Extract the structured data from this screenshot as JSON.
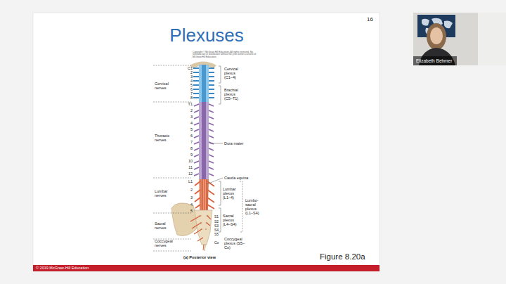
{
  "diagram": {
    "title": "Plexuses",
    "labels": [
      "16",
      "Copyright © McGraw-Hill Education. All rights reserved. No reproduction or distribution without the prior written consent of McGraw-Hill Education.",
      "C1",
      "2",
      "3",
      "4",
      "5",
      "6",
      "7",
      "8",
      "Cervical nerves",
      "Cervical plexus (C1–4)",
      "Brachial plexus (C5–T1)",
      "T1",
      "2",
      "3",
      "4",
      "5",
      "6",
      "7",
      "8",
      "9",
      "10",
      "11",
      "12",
      "Thoracic nerves",
      "Dura mater",
      "L1",
      "2",
      "3",
      "4",
      "5",
      "Cauda equina",
      "Lumbar nerves",
      "Lumbar plexus (L1–4)",
      "Lumbo-sacral plexus (L1–S4)",
      "Sacral plexus (L4–S4)",
      "S1",
      "S2",
      "S3",
      "S4",
      "S5",
      "Sacral nerves",
      "Co",
      "Coccygeal nerves",
      "Coccygeal plexus (S5–Co)",
      "(a) Posterior view",
      "Figure 8.20a",
      "© 2019 McGraw-Hill Education",
      "Elizabeth Behmer"
    ]
  }
}
